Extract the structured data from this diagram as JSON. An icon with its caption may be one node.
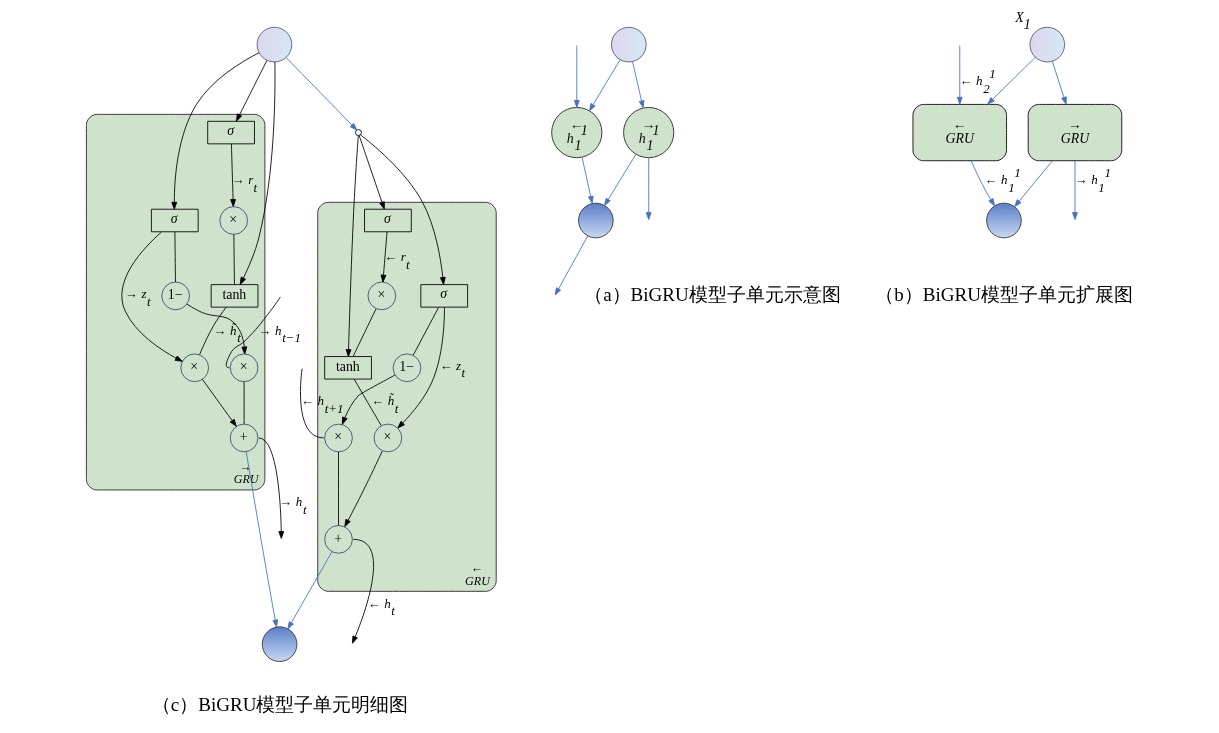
{
  "diagram": {
    "nodes": [
      {
        "text": [],
        "shape": "circle"
      },
      {
        "text": [
          "←",
          "h$_{1}$$^{1}$"
        ]
      },
      {
        "text": [
          "→",
          "h$_{1}$$^{1}$"
        ]
      },
      {
        "text": [],
        "shape": "circle"
      },
      {
        "text": [],
        "shape": "circle"
      },
      {
        "text": [
          "←",
          "GRU"
        ]
      },
      {
        "text": [
          "→",
          "GRU"
        ]
      },
      {
        "text": [],
        "shape": "circle",
        "beside": [
          "X$_{1}$"
        ]
      },
      {
        "text": [
          "←",
          "GRU"
        ]
      },
      {
        "text": [
          "×"
        ],
        "in": 8
      },
      {
        "text": [
          "+"
        ],
        "in": 8
      },
      {
        "text": [
          "×"
        ],
        "in": 8
      },
      {
        "text": [
          "1−"
        ],
        "in": 8
      },
      {
        "text": [
          "×"
        ],
        "in": 8
      },
      {
        "text": [
          "σ"
        ],
        "in": 8
      },
      {
        "text": [
          "σ"
        ],
        "in": 8
      },
      {
        "text": [
          "tanh"
        ],
        "in": 8
      },
      {
        "text": [],
        "shape": "circle"
      },
      {
        "text": [],
        "shape": "circle"
      },
      {
        "text": [
          "→",
          "GRU"
        ]
      },
      {
        "text": [
          "×"
        ],
        "in": 19
      },
      {
        "text": [
          "+"
        ],
        "in": 19
      },
      {
        "text": [
          "×"
        ],
        "in": 19
      },
      {
        "text": [
          "1−"
        ],
        "in": 19
      },
      {
        "text": [
          "×"
        ],
        "in": 19
      },
      {
        "text": [
          "σ"
        ],
        "in": 19
      },
      {
        "text": [
          "σ"
        ],
        "in": 19
      },
      {
        "text": [
          "tanh"
        ],
        "in": 19
      },
      {
        "text": [],
        "shape": "circle"
      }
    ],
    "edges": [
      {
        "from": 3,
        "to": 2,
        "arrow": "to",
        "color": "#4472c4"
      },
      {
        "from": 3,
        "to": 1,
        "arrow": "to",
        "color": "#4472c4"
      },
      {
        "from": 1,
        "to": 0,
        "arrow": "to",
        "color": "#4472c4"
      },
      {
        "from": 0,
        "to": null,
        "arrow": "to",
        "color": "#4472c4"
      },
      {
        "from": 2,
        "to": 0,
        "arrow": "to",
        "color": "#4472c4"
      },
      {
        "from": null,
        "to": 1,
        "arrow": "to",
        "color": "#4472c4"
      },
      {
        "from": 2,
        "to": null,
        "arrow": "to",
        "color": "#4472c4"
      },
      {
        "from": 7,
        "to": 6,
        "arrow": "to",
        "color": "#4472c4"
      },
      {
        "from": 7,
        "to": 5,
        "arrow": "to",
        "color": "#4472c4"
      },
      {
        "from": 5,
        "to": 4,
        "arrow": "to",
        "label": "← h$_{1}$$^{1}$",
        "color": "#4472c4"
      },
      {
        "from": null,
        "to": 5,
        "arrow": "to",
        "label": "← h$_{2}$$^{1}$",
        "color": "#4472c4"
      },
      {
        "from": 6,
        "to": 4,
        "arrow": "to",
        "color": "#4472c4"
      },
      {
        "from": 6,
        "to": null,
        "arrow": "to",
        "label": "→ h$_{1}$$^{1}$",
        "color": "#4472c4"
      },
      {
        "from": null,
        "to": 9,
        "arrow": "none",
        "label": "← h$_{t+1}$"
      },
      {
        "from": 9,
        "to": 10,
        "arrow": "none"
      },
      {
        "from": 10,
        "to": null,
        "arrow": "to",
        "label": "← h$_{t}$"
      },
      {
        "from": 12,
        "to": 9,
        "arrow": "to"
      },
      {
        "from": 13,
        "to": 10,
        "arrow": "to"
      },
      {
        "from": 15,
        "to": 12,
        "arrow": "none"
      },
      {
        "from": 15,
        "to": 13,
        "arrow": "to",
        "label": "← z$_{t}$"
      },
      {
        "from": 14,
        "to": 11,
        "arrow": "to",
        "label": "← r$_{t}$"
      },
      {
        "from": 16,
        "to": 13,
        "arrow": "none",
        "label": "← h̃$_{t}$"
      },
      {
        "from": 11,
        "to": 16,
        "arrow": "none"
      },
      {
        "from": 17,
        "to": 14,
        "arrow": "to"
      },
      {
        "from": 17,
        "to": 15,
        "arrow": "to"
      },
      {
        "from": 17,
        "to": 16,
        "arrow": "to"
      },
      {
        "from": 10,
        "to": 18,
        "arrow": "to",
        "color": "#4472c4"
      },
      {
        "from": null,
        "to": 20,
        "arrow": "none",
        "label": "→ h$_{t−1}$"
      },
      {
        "from": 20,
        "to": 21,
        "arrow": "none"
      },
      {
        "from": 21,
        "to": null,
        "arrow": "to",
        "label": "→ h$_{t}$"
      },
      {
        "from": 23,
        "to": 20,
        "arrow": "to"
      },
      {
        "from": 24,
        "to": 21,
        "arrow": "to"
      },
      {
        "from": 26,
        "to": 23,
        "arrow": "none"
      },
      {
        "from": 26,
        "to": 24,
        "arrow": "to",
        "label": "→ z$_{t}$"
      },
      {
        "from": 25,
        "to": 22,
        "arrow": "to",
        "label": "→ r$_{t}$"
      },
      {
        "from": 27,
        "to": 24,
        "arrow": "none",
        "label": "→ h̃$_{t}$"
      },
      {
        "from": 22,
        "to": 27,
        "arrow": "none"
      },
      {
        "from": 28,
        "to": 25,
        "arrow": "to"
      },
      {
        "from": 28,
        "to": 26,
        "arrow": "to"
      },
      {
        "from": 28,
        "to": 27,
        "arrow": "to"
      },
      {
        "from": 28,
        "to": 17,
        "arrow": "to",
        "color": "#4472c4"
      },
      {
        "from": 21,
        "to": 18,
        "arrow": "to",
        "color": "#4472c4"
      }
    ],
    "labels": [
      "（a）BiGRU模型子单元示意图",
      "（b）BiGRU模型子单元扩展图",
      "（c）BiGRU模型子单元明细图"
    ]
  }
}
